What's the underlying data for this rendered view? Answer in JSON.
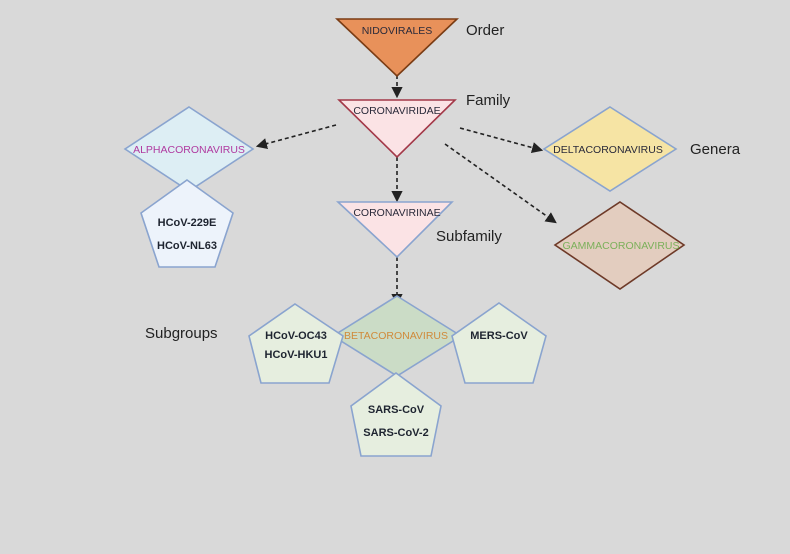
{
  "colors": {
    "background": "#d9d9d9",
    "order_fill": "#e8915a",
    "order_stroke": "#7a3c14",
    "family_fill": "#fbe3e5",
    "family_stroke": "#a33848",
    "alpha_fill": "#ddeef4",
    "delta_fill": "#f6e4a4",
    "gamma_fill": "#e3cdbf",
    "gamma_stroke": "#6e3a28",
    "beta_fill": "#cbdcc6",
    "subfamily_fill": "#fbe3e5",
    "pentagon_fill": "#e6eedf",
    "pentagon_alpha_fill": "#edf3fb",
    "blue_stroke": "#8aa4cf",
    "alpha_text": "#b03aa0",
    "beta_text": "#d08a3a",
    "gamma_text": "#7bb05a",
    "dark_text": "#2a2a3a"
  },
  "ranks": {
    "order": "Order",
    "family": "Family",
    "genera": "Genera",
    "subfamily": "Subfamily",
    "subgroups": "Subgroups"
  },
  "nodes": {
    "order": "NIDOVIRALES",
    "family": "CORONAVIRIDAE",
    "subfamily": "CORONAVIRINAE",
    "alpha": "ALPHACORONAVIRUS",
    "beta": "BETACORONAVIRUS",
    "delta": "DELTACORONAVIRUS",
    "gamma": "GAMMACORONAVIRUS"
  },
  "pentagons": {
    "alpha_group": [
      "HCoV-229E",
      "HCoV-NL63"
    ],
    "beta_left": [
      "HCoV-OC43",
      "HCoV-HKU1"
    ],
    "beta_right": [
      "MERS-CoV"
    ],
    "beta_bottom": [
      "SARS-CoV",
      "SARS-CoV-2"
    ]
  }
}
